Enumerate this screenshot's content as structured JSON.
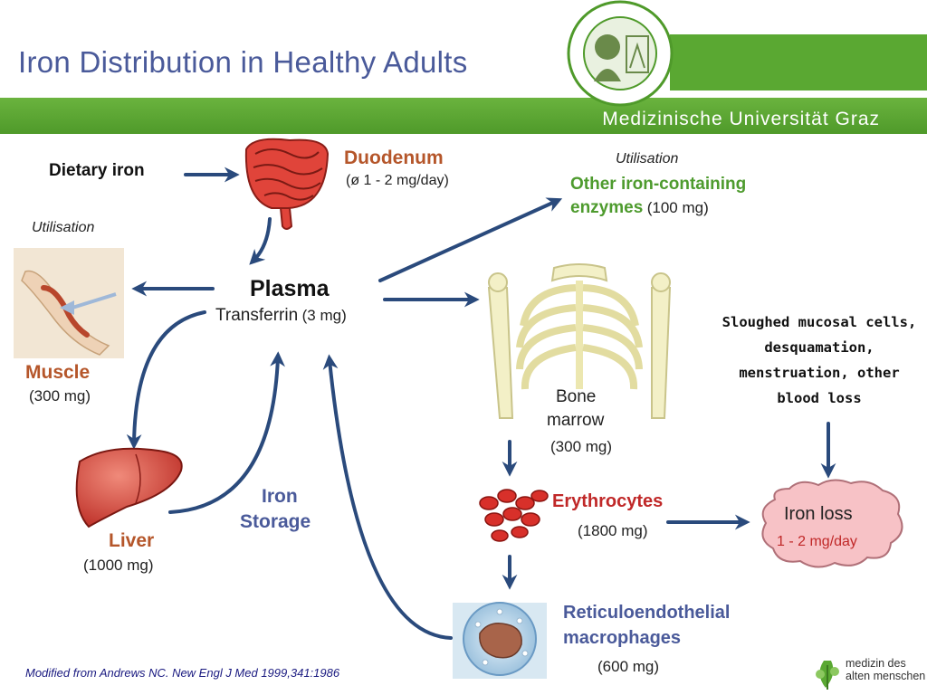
{
  "header": {
    "title": "Iron Distribution in Healthy Adults",
    "university": "Medizinische Universität Graz"
  },
  "nodes": {
    "dietary_iron": "Dietary iron",
    "duodenum": {
      "label": "Duodenum",
      "amount": "(ø 1 - 2 mg/day)"
    },
    "utilisation_left": "Utilisation",
    "utilisation_right": "Utilisation",
    "other_enzymes": {
      "line1": "Other iron-containing",
      "line2": "enzymes",
      "amount": "(100 mg)"
    },
    "plasma": {
      "label": "Plasma",
      "sub": "Transferrin",
      "amount": "(3 mg)"
    },
    "muscle": {
      "label": "Muscle",
      "amount": "(300 mg)"
    },
    "bone_marrow": {
      "line1": "Bone",
      "line2": "marrow",
      "amount": "(300 mg)"
    },
    "sloughed": "Sloughed mucosal cells, desquamation, menstruation, other blood loss",
    "iron_storage": {
      "line1": "Iron",
      "line2": "Storage"
    },
    "liver": {
      "label": "Liver",
      "amount": "(1000 mg)"
    },
    "erythrocytes": {
      "label": "Erythrocytes",
      "amount": "(1800 mg)"
    },
    "iron_loss": {
      "label": "Iron loss",
      "amount": "1 - 2 mg/day"
    },
    "macrophages": {
      "line1": "Reticuloendothelial",
      "line2": "macrophages",
      "amount": "(600 mg)"
    }
  },
  "footer": {
    "citation": "Modified from Andrews NC. New Engl J Med 1999,341:1986",
    "logo": "medizin des alten menschen"
  },
  "colors": {
    "arrow": "#2a4a7c",
    "title": "#4a5a9a",
    "accent_brown": "#b5562a",
    "accent_red": "#c02828",
    "accent_green": "#4e9b2e",
    "header_green": "#5aa832"
  }
}
